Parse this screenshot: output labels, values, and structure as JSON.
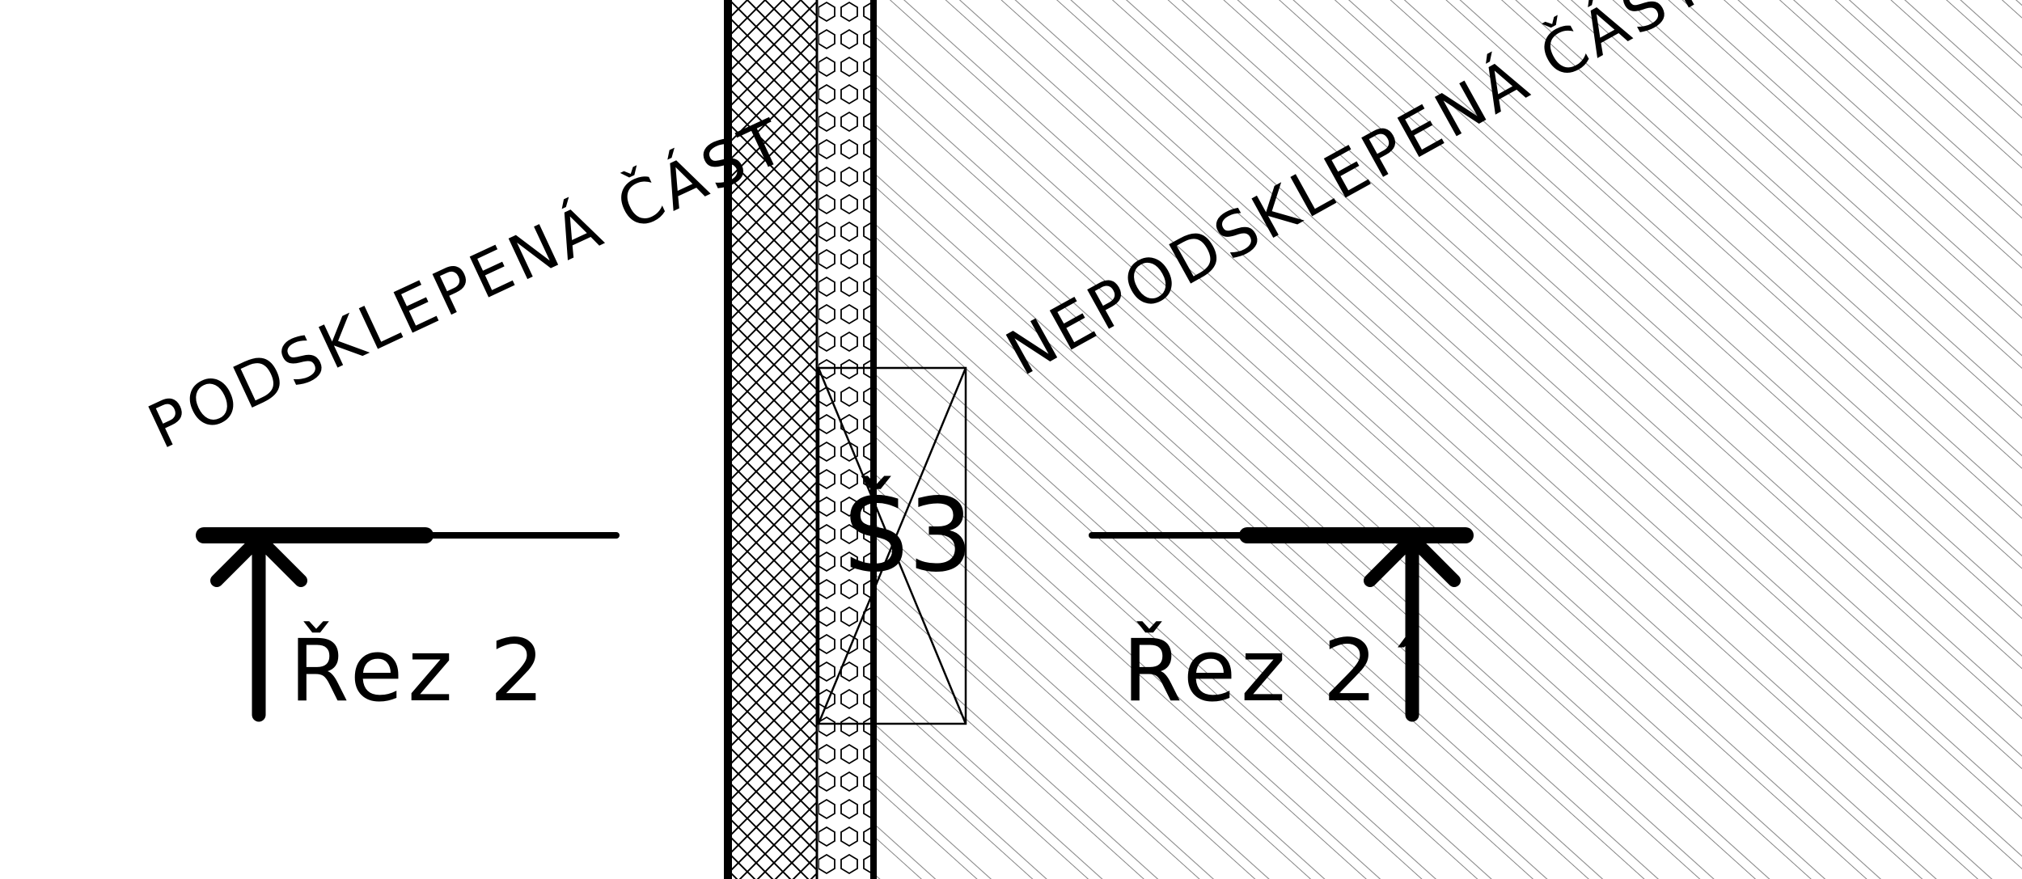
{
  "labels": {
    "basement_part": "PODSKLEPENÁ ČÁST",
    "non_basement_part": "NEPODSKLEPENÁ ČÁST",
    "section_left": "Řez 2",
    "section_right": "Řez 2´",
    "window_marker": "Š3"
  },
  "colors": {
    "line": "#000000",
    "background": "#ffffff",
    "hatch": "#555555"
  }
}
